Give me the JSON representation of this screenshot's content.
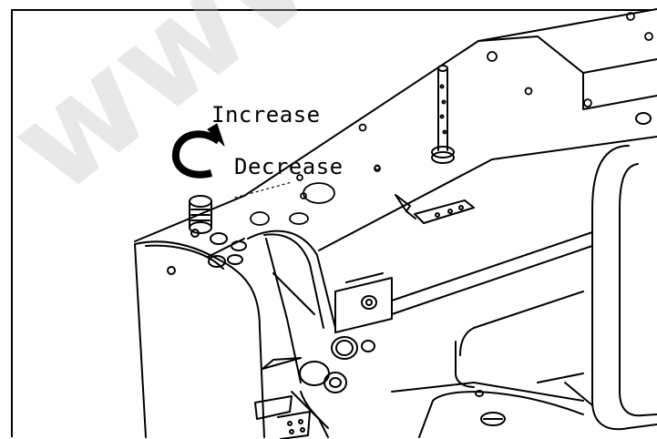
{
  "labels": {
    "increase": "Increase",
    "decrease": "Decrease"
  },
  "watermark": "www.ge",
  "colors": {
    "line": "#000000",
    "background": "#ffffff",
    "watermark": "#bebebe"
  },
  "icons": {
    "rotation_arrow": "rotate-cw-arc-icon"
  }
}
